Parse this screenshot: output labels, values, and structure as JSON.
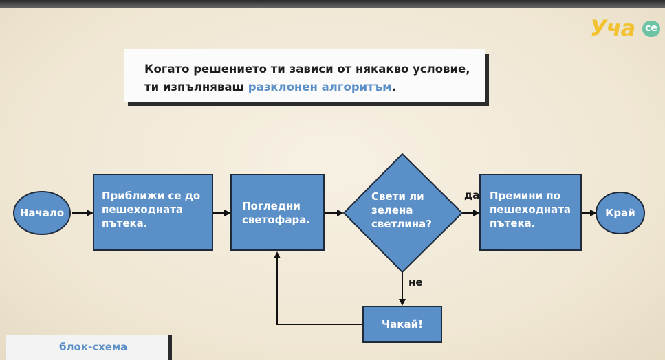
{
  "logo": {
    "text": "Уча",
    "badge": "се"
  },
  "callout": {
    "line1": "Когато решението ти зависи от някакво условие,",
    "line2_prefix": "ти изпълняваш ",
    "line2_highlight": "разклонен алгоритъм",
    "line2_suffix": "."
  },
  "flowchart": {
    "start": "Начало",
    "step1": [
      "Приближи се до",
      "пешеходната",
      "пътека."
    ],
    "step2": [
      "Погледни",
      "светофара."
    ],
    "decision": [
      "Свети ли",
      "зелена",
      "светлина?"
    ],
    "yes_label": "да",
    "no_label": "не",
    "step3": [
      "Премини по",
      "пешеходната",
      "пътека."
    ],
    "wait": "Чакай!",
    "end": "Край"
  },
  "colors": {
    "node_fill": "#5b8fc7",
    "node_stroke": "#1f2a3a",
    "accent": "#5b8fc7"
  },
  "footer": {
    "label": "блок-схема"
  }
}
